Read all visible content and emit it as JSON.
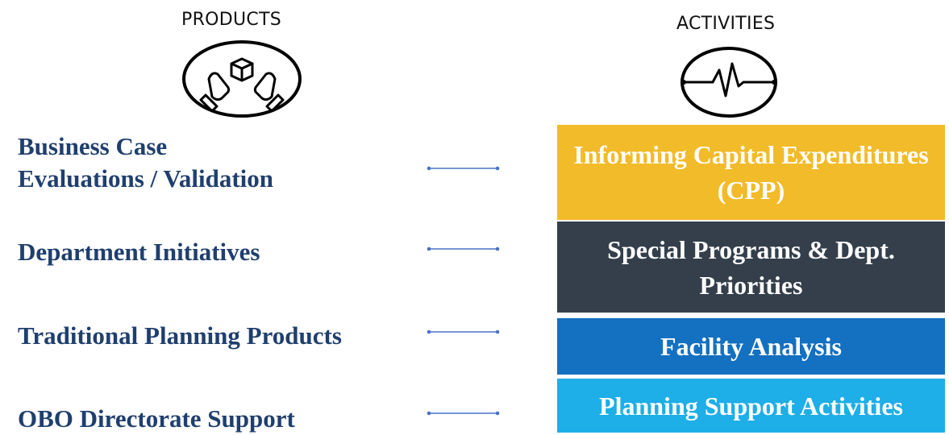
{
  "products_header": "PRODUCTS",
  "activities_header": "ACTIVITIES",
  "icons": {
    "products": "hands-holding-box-icon",
    "activities": "heartbeat-pulse-icon"
  },
  "products": [
    {
      "label_line1": "Business Case",
      "label_line2": "Evaluations / Validation"
    },
    {
      "label_line1": "Department Initiatives"
    },
    {
      "label_line1": "Traditional Planning Products"
    },
    {
      "label_line1": "OBO Directorate Support"
    }
  ],
  "activities": [
    {
      "label": "Informing Capital Expenditures (CPP)",
      "color": "#f2bb29"
    },
    {
      "label": "Special Programs & Dept. Priorities",
      "color": "#343f4b"
    },
    {
      "label": "Facility Analysis",
      "color": "#1470c0"
    },
    {
      "label": "Planning Support Activities",
      "color": "#1eaee8"
    }
  ],
  "colors": {
    "product_text": "#1f3f6e",
    "connector": "#4a72c4"
  }
}
